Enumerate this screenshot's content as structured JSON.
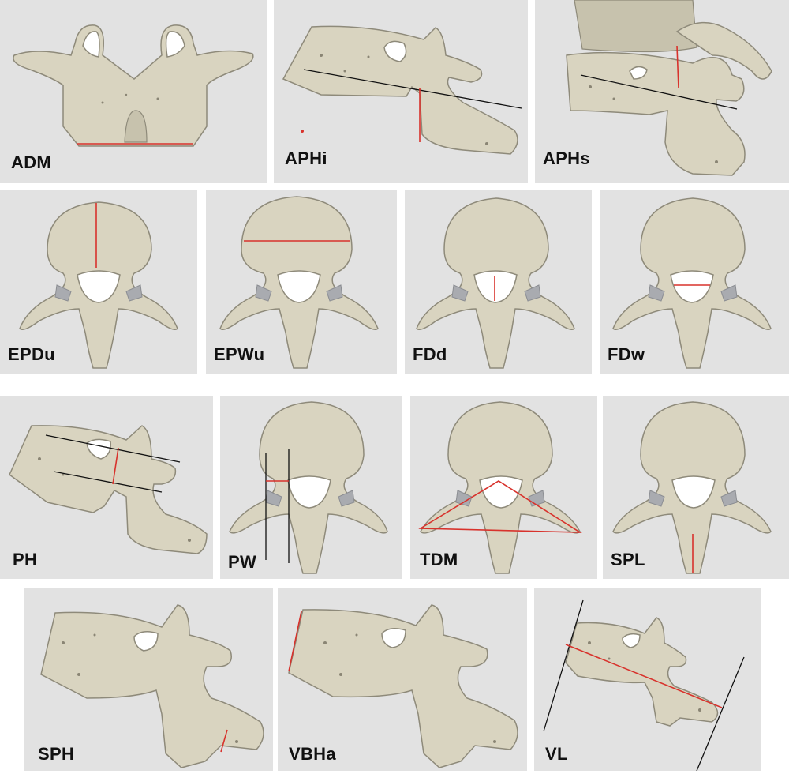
{
  "panels": [
    {
      "id": "adm",
      "label": "ADM"
    },
    {
      "id": "aphi",
      "label": "APHi"
    },
    {
      "id": "aphs",
      "label": "APHs"
    },
    {
      "id": "epdu",
      "label": "EPDu"
    },
    {
      "id": "epwu",
      "label": "EPWu"
    },
    {
      "id": "fdd",
      "label": "FDd"
    },
    {
      "id": "fdw",
      "label": "FDw"
    },
    {
      "id": "ph",
      "label": "PH"
    },
    {
      "id": "pw",
      "label": "PW"
    },
    {
      "id": "tdm",
      "label": "TDM"
    },
    {
      "id": "spl",
      "label": "SPL"
    },
    {
      "id": "sph",
      "label": "SPH"
    },
    {
      "id": "vbha",
      "label": "VBHa"
    },
    {
      "id": "vl",
      "label": "VL"
    }
  ],
  "colors": {
    "panel_bg": "#e2e2e2",
    "bone": "#d9d4c0",
    "measure_line": "#d8322c",
    "reference_line": "#111111"
  }
}
